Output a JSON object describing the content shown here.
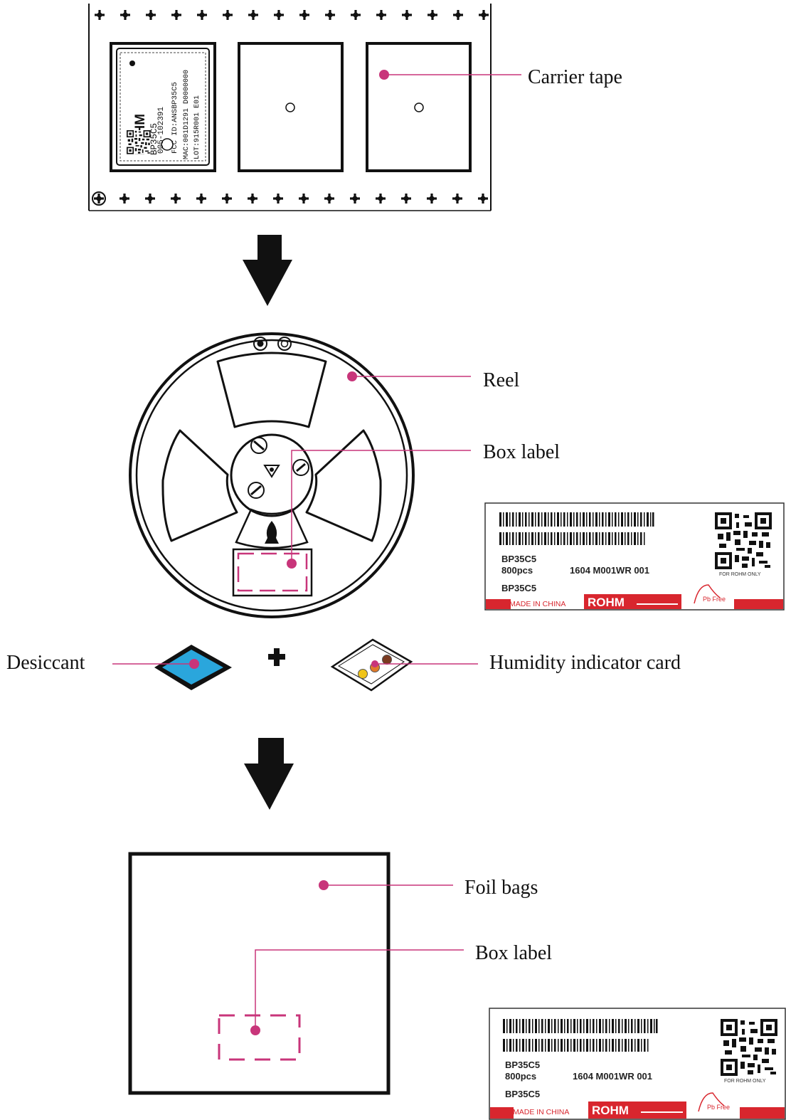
{
  "colors": {
    "accent": "#c8357a",
    "desiccant": "#2aa6dc",
    "label_red": "#d8262e",
    "ink": "#111111"
  },
  "callouts": {
    "carrier_tape": "Carrier tape",
    "reel": "Reel",
    "box_label_reel": "Box label",
    "desiccant": "Desiccant",
    "humidity_card": "Humidity indicator card",
    "foil_bags": "Foil bags",
    "box_label_bag": "Box label"
  },
  "module_marking": {
    "brand": "ROHM",
    "model": "BP35C5",
    "cert": "005-102391",
    "fcc": "FCC ID:ANSBP35C5",
    "mac": "MAC:001D1291 D0000000",
    "lot": "LOT:915R001  E01"
  },
  "box_label": {
    "product": "BP35C5",
    "quantity": "800pcs",
    "code": "1604 M001WR 001",
    "product_repeat": "BP35C5",
    "for_rohm_only": "FOR ROHM ONLY",
    "made_in": "MADE IN CHINA",
    "brand": "ROHM",
    "pb_free": "Pb Free"
  },
  "icons": [
    "down-arrow-icon",
    "plus-icon",
    "pb-free-icon",
    "qr-code-icon",
    "barcode-icon"
  ]
}
